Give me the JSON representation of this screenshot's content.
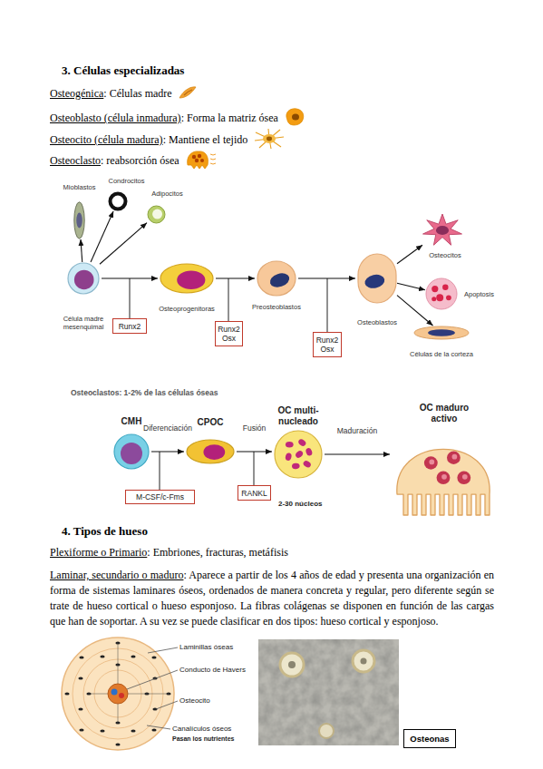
{
  "diagram": {
    "nodes": [
      {
        "text": [
          "Mioblastos"
        ]
      },
      {
        "text": [
          "Condrocitos"
        ]
      },
      {
        "text": [
          "Adipocitos"
        ]
      },
      {
        "text": [
          "Célula madre mesenquimal"
        ]
      },
      {
        "text": [
          "Osteoprogenitoras"
        ]
      },
      {
        "text": [
          "Preosteoblastos"
        ]
      },
      {
        "text": [
          "Osteoblastos"
        ]
      },
      {
        "text": [
          "Osteocitos"
        ]
      },
      {
        "text": [
          "Apoptosis"
        ]
      },
      {
        "text": [
          "Células de la corteza"
        ]
      },
      {
        "text": [
          "Runx2"
        ]
      },
      {
        "text": [
          "Runx2 Osx"
        ]
      },
      {
        "text": [
          "Runx2 Osx"
        ]
      },
      {
        "text": [
          "CMH"
        ]
      },
      {
        "text": [
          "CPOC"
        ]
      },
      {
        "text": [
          "OC multi-nucleado"
        ]
      },
      {
        "text": [
          "OC maduro activo"
        ]
      },
      {
        "text": [
          "M-CSF/c-Fms"
        ]
      },
      {
        "text": [
          "RANKL"
        ]
      },
      {
        "text": [
          "Osteonas"
        ]
      }
    ],
    "edges": [
      {
        "from": 3,
        "to": 0,
        "arrow": "to"
      },
      {
        "from": 3,
        "to": 1,
        "arrow": "to"
      },
      {
        "from": 3,
        "to": 2,
        "arrow": "to"
      },
      {
        "from": 3,
        "to": 4,
        "arrow": "to"
      },
      {
        "from": 4,
        "to": 5,
        "arrow": "to"
      },
      {
        "from": 5,
        "to": 6,
        "arrow": "to"
      },
      {
        "from": 6,
        "to": 7,
        "arrow": "to"
      },
      {
        "from": 6,
        "to": 8,
        "arrow": "to"
      },
      {
        "from": 6,
        "to": 9,
        "arrow": "to"
      },
      {
        "from": 13,
        "to": 14,
        "label": "Diferenciación",
        "arrow": "to"
      },
      {
        "from": 14,
        "to": 15,
        "label": "Fusión",
        "arrow": "to"
      },
      {
        "from": 15,
        "to": 16,
        "label": "Maduración",
        "arrow": "to"
      }
    ],
    "labels": [
      "3. Células especializadas",
      "Osteogénica",
      ": Células madre",
      "Osteoblasto (célula inmadura)",
      ": Forma la matriz ósea",
      "Osteocito (célula madura)",
      ": Mantiene el tejido",
      "Osteoclasto",
      ": reabsorción ósea",
      "Osteoclastos: 1-2% de las células óseas",
      "2-30 núcleos",
      "4. Tipos de hueso",
      "Plexiforme o Primario",
      ": Embriones, fracturas, metáfisis",
      "Laminar, secundario o maduro",
      ": Aparece a partir de los 4 años de edad y presenta una organización en forma de sistemas laminares óseos, ordenados de manera concreta y regular, pero diferente según se trate de hueso cortical o hueso esponjoso. La fibras colágenas se disponen en función de las cargas que han de soportar. A su vez se puede clasificar en dos tipos: hueso cortical y esponjoso.",
      "Laminillas óseas",
      "Conducto de Havers",
      "Osteocito",
      "Canalículos óseos",
      "Pasan los nutrientes"
    ]
  }
}
